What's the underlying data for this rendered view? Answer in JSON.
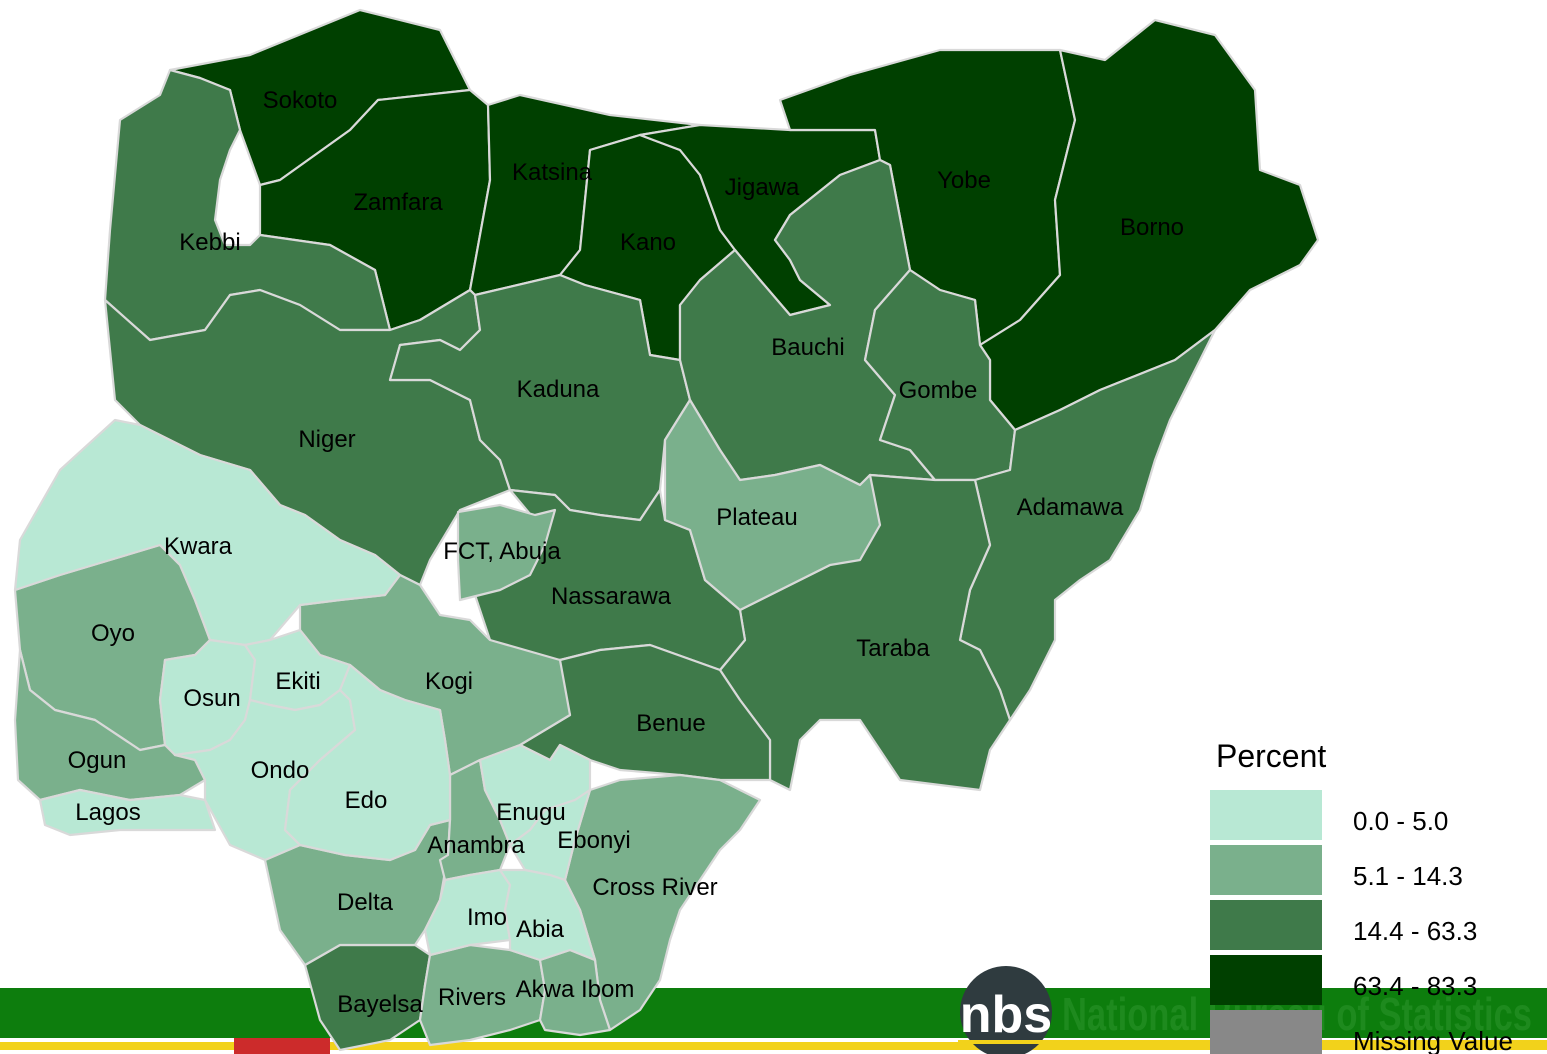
{
  "legend": {
    "title": "Percent",
    "classes": [
      {
        "label": "0.0 - 5.0",
        "color": "#b8e8d4"
      },
      {
        "label": "5.1 - 14.3",
        "color": "#7ab08c"
      },
      {
        "label": "14.4 - 63.3",
        "color": "#3f7a4a"
      },
      {
        "label": "63.4 - 83.3",
        "color": "#004000"
      },
      {
        "label": "Missing Value",
        "color": "#888888"
      }
    ]
  },
  "states": [
    {
      "name": "Sokoto",
      "class": 3
    },
    {
      "name": "Zamfara",
      "class": 3
    },
    {
      "name": "Katsina",
      "class": 3
    },
    {
      "name": "Kano",
      "class": 3
    },
    {
      "name": "Jigawa",
      "class": 3
    },
    {
      "name": "Yobe",
      "class": 3
    },
    {
      "name": "Borno",
      "class": 3
    },
    {
      "name": "Kebbi",
      "class": 2
    },
    {
      "name": "Niger",
      "class": 2
    },
    {
      "name": "Kaduna",
      "class": 2
    },
    {
      "name": "Bauchi",
      "class": 2
    },
    {
      "name": "Gombe",
      "class": 2
    },
    {
      "name": "Adamawa",
      "class": 2
    },
    {
      "name": "Taraba",
      "class": 2
    },
    {
      "name": "Nassarawa",
      "class": 2
    },
    {
      "name": "Benue",
      "class": 2
    },
    {
      "name": "Bayelsa",
      "class": 2
    },
    {
      "name": "Plateau",
      "class": 1
    },
    {
      "name": "FCT, Abuja",
      "class": 1
    },
    {
      "name": "Kogi",
      "class": 1
    },
    {
      "name": "Oyo",
      "class": 1
    },
    {
      "name": "Ogun",
      "class": 1
    },
    {
      "name": "Delta",
      "class": 1
    },
    {
      "name": "Anambra",
      "class": 1
    },
    {
      "name": "Cross River",
      "class": 1
    },
    {
      "name": "Rivers",
      "class": 1
    },
    {
      "name": "Akwa Ibom",
      "class": 1
    },
    {
      "name": "Kwara",
      "class": 0
    },
    {
      "name": "Osun",
      "class": 0
    },
    {
      "name": "Ekiti",
      "class": 0
    },
    {
      "name": "Ondo",
      "class": 0
    },
    {
      "name": "Edo",
      "class": 0
    },
    {
      "name": "Lagos",
      "class": 0
    },
    {
      "name": "Enugu",
      "class": 0
    },
    {
      "name": "Ebonyi",
      "class": 0
    },
    {
      "name": "Imo",
      "class": 0
    },
    {
      "name": "Abia",
      "class": 0
    }
  ],
  "footer": {
    "logo_text": "nbs",
    "org_name": "National Bureau of Statistics",
    "band_color": "#0d7d0d",
    "stripe_color": "#f2d21b"
  }
}
